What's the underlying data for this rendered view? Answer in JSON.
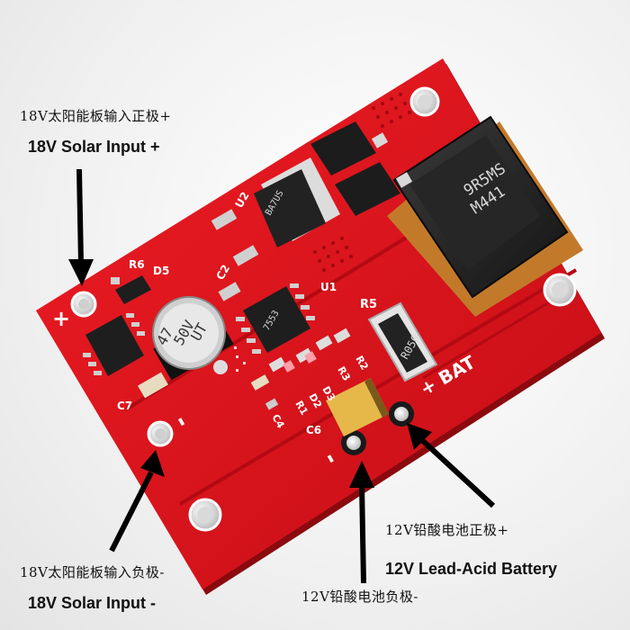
{
  "labels": {
    "solar_pos_cn": "18V太阳能板输入正极+",
    "solar_pos_en": "18V Solar Input +",
    "solar_neg_cn": "18V太阳能板输入负极-",
    "solar_neg_en": "18V Solar Input -",
    "battery_pos_cn": "12V铅酸电池正极+",
    "battery_en": "12V Lead-Acid Battery",
    "battery_neg_cn": "12V铅酸电池负极-"
  },
  "silkscreen": {
    "plus": "+",
    "minus": "-",
    "bat": "+ BAT",
    "r6": "R6",
    "d5": "D5",
    "c2": "C2",
    "u2": "U2",
    "u1": "U1",
    "r5": "R5",
    "c7": "C7",
    "c6": "C6",
    "r1": "R1",
    "d2": "D2",
    "d3": "D3",
    "r3": "R3",
    "r2": "R2",
    "c4": "C4"
  },
  "parts": {
    "inductor_line1": "9R5MS",
    "inductor_line2": "M441",
    "capacitor_line1": "47",
    "capacitor_line2": "50V",
    "capacitor_line3": "UT",
    "resistor": "R050",
    "ic_u1": "7553",
    "ic_u2": "BA7US"
  },
  "colors": {
    "board": "#e0121b",
    "board_dark": "#b20a12",
    "silk": "#ffffff"
  }
}
